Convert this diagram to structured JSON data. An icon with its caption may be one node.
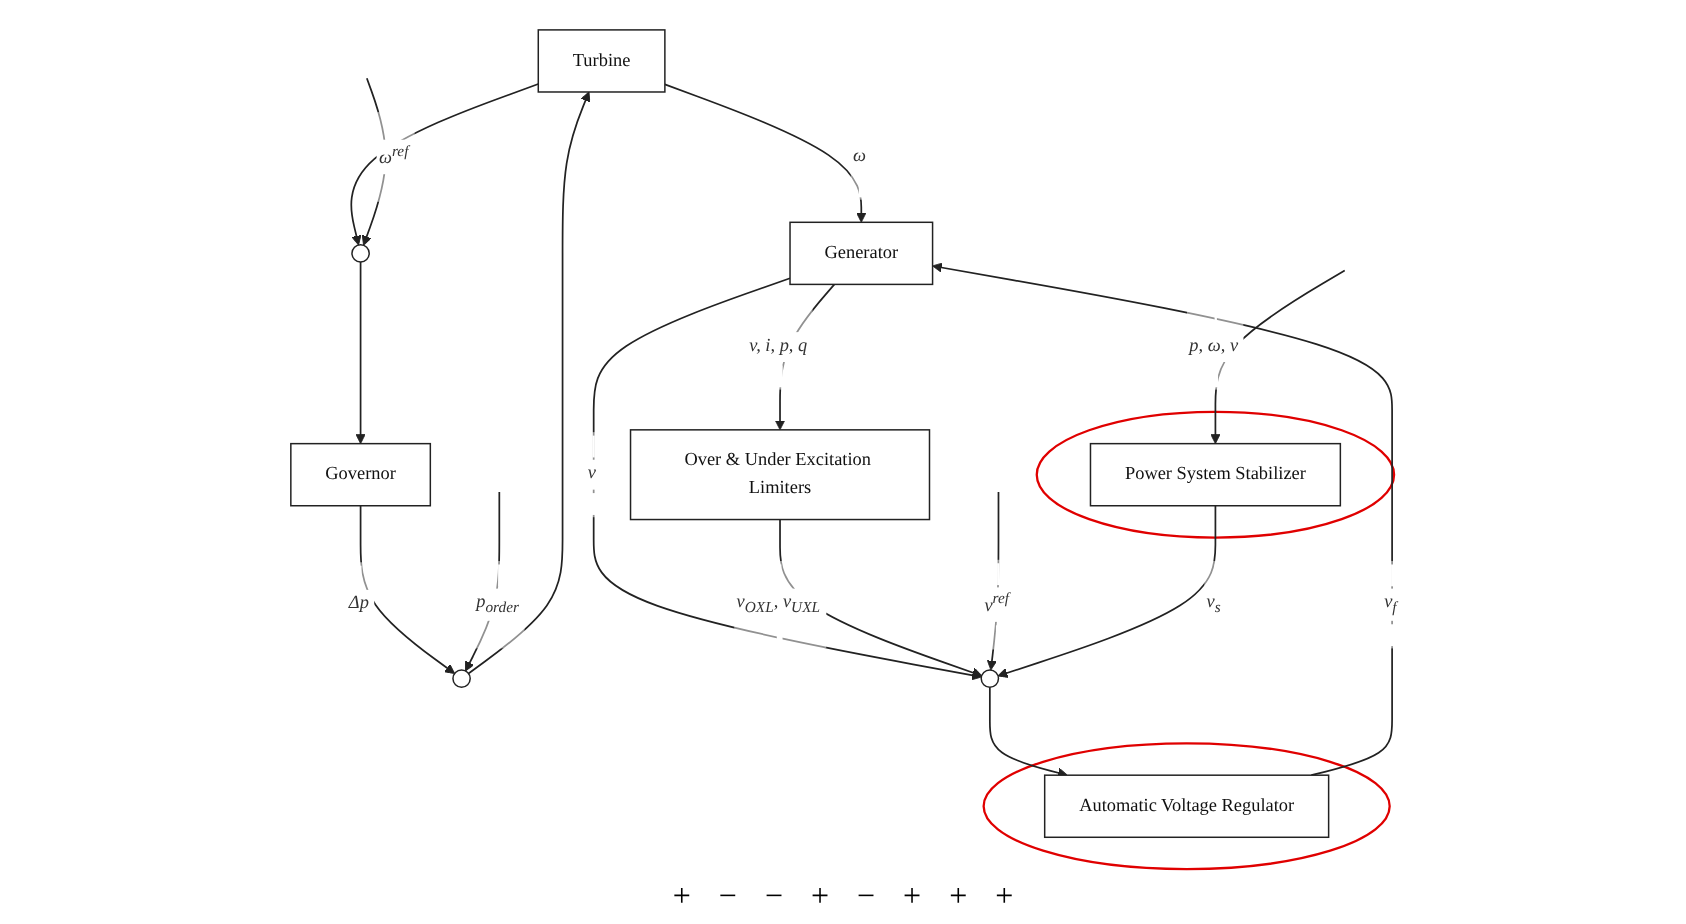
{
  "diagram": {
    "nodes": [
      {
        "text": [
          "Turbine"
        ]
      },
      {
        "text": [
          "Generator"
        ]
      },
      {
        "text": [
          "Over & Under Excitation Limiters"
        ]
      },
      {
        "text": [],
        "shape": "circle"
      },
      {
        "text": [],
        "shape": "ellipse"
      },
      {
        "text": [
          "Automatic Voltage Regulator"
        ],
        "in": 4
      },
      {
        "text": [],
        "shape": "circle"
      },
      {
        "text": [
          "Governor"
        ]
      },
      {
        "text": [],
        "shape": "circle"
      },
      {
        "text": [],
        "shape": "ellipse"
      },
      {
        "text": [
          "Power System Stabilizer"
        ],
        "in": 9
      }
    ],
    "edges": [
      {
        "from": 0,
        "to": 1,
        "arrow": "to",
        "label": "ω"
      },
      {
        "from": 0,
        "to": 8,
        "arrow": "to"
      },
      {
        "from": 8,
        "to": 7,
        "arrow": "to"
      },
      {
        "from": null,
        "to": 8,
        "arrow": "to",
        "label": "ω$^{ref}$"
      },
      {
        "from": 7,
        "to": 3,
        "arrow": "to",
        "label": "Δp"
      },
      {
        "from": null,
        "to": 3,
        "arrow": "to",
        "label": "p$_{order}$"
      },
      {
        "from": 3,
        "to": 0,
        "arrow": "to"
      },
      {
        "from": 1,
        "to": 2,
        "arrow": "to",
        "label": "v, i, p, q"
      },
      {
        "from": 1,
        "to": 6,
        "arrow": "to",
        "label": "v"
      },
      {
        "from": 2,
        "to": 6,
        "arrow": "to",
        "label": "v$_{OXL}$, v$_{UXL}$"
      },
      {
        "from": null,
        "to": 6,
        "arrow": "to",
        "label": "v$^{ref}$"
      },
      {
        "from": 6,
        "to": 5,
        "arrow": "to"
      },
      {
        "from": 5,
        "to": 1,
        "arrow": "to",
        "label": "v$_{f}$"
      },
      {
        "from": 10,
        "to": 6,
        "arrow": "to",
        "label": "v$_{s}$"
      },
      {
        "from": null,
        "to": 10,
        "arrow": "to",
        "label": "p, ω, v"
      }
    ],
    "labels": [
      "+",
      "−",
      "−",
      "+",
      "−",
      "+",
      "+",
      "+"
    ]
  }
}
